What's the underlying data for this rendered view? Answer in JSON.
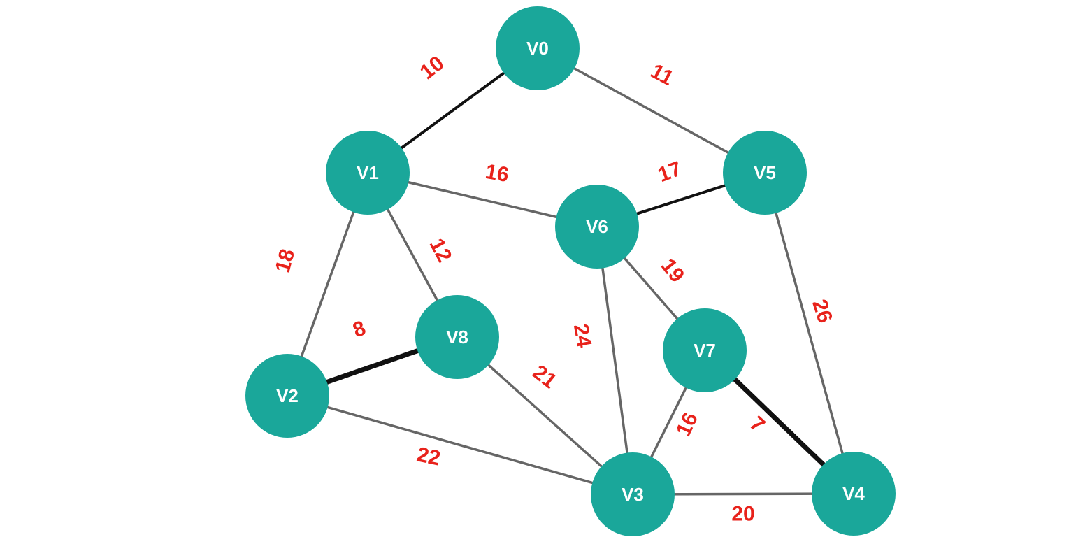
{
  "nodes": [
    {
      "id": "V0",
      "label": "V0"
    },
    {
      "id": "V1",
      "label": "V1"
    },
    {
      "id": "V2",
      "label": "V2"
    },
    {
      "id": "V3",
      "label": "V3"
    },
    {
      "id": "V4",
      "label": "V4"
    },
    {
      "id": "V5",
      "label": "V5"
    },
    {
      "id": "V6",
      "label": "V6"
    },
    {
      "id": "V7",
      "label": "V7"
    },
    {
      "id": "V8",
      "label": "V8"
    }
  ],
  "edges": [
    {
      "from": "V0",
      "to": "V1",
      "weight": "10",
      "style": "bold"
    },
    {
      "from": "V0",
      "to": "V5",
      "weight": "11",
      "style": "normal"
    },
    {
      "from": "V1",
      "to": "V6",
      "weight": "16",
      "style": "normal"
    },
    {
      "from": "V6",
      "to": "V5",
      "weight": "17",
      "style": "bold"
    },
    {
      "from": "V1",
      "to": "V2",
      "weight": "18",
      "style": "normal"
    },
    {
      "from": "V1",
      "to": "V8",
      "weight": "12",
      "style": "normal"
    },
    {
      "from": "V2",
      "to": "V8",
      "weight": "8",
      "style": "heavy"
    },
    {
      "from": "V6",
      "to": "V7",
      "weight": "19",
      "style": "normal"
    },
    {
      "from": "V6",
      "to": "V3",
      "weight": "24",
      "style": "normal"
    },
    {
      "from": "V5",
      "to": "V4",
      "weight": "26",
      "style": "normal"
    },
    {
      "from": "V8",
      "to": "V3",
      "weight": "21",
      "style": "normal"
    },
    {
      "from": "V2",
      "to": "V3",
      "weight": "22",
      "style": "normal"
    },
    {
      "from": "V7",
      "to": "V3",
      "weight": "16",
      "style": "normal"
    },
    {
      "from": "V7",
      "to": "V4",
      "weight": "7",
      "style": "heavy"
    },
    {
      "from": "V3",
      "to": "V4",
      "weight": "20",
      "style": "normal"
    }
  ],
  "colors": {
    "node_fill": "#1aa79a",
    "node_text": "#ffffff",
    "edge_normal": "#666666",
    "edge_highlight": "#111111",
    "weight_text": "#e8221b"
  }
}
